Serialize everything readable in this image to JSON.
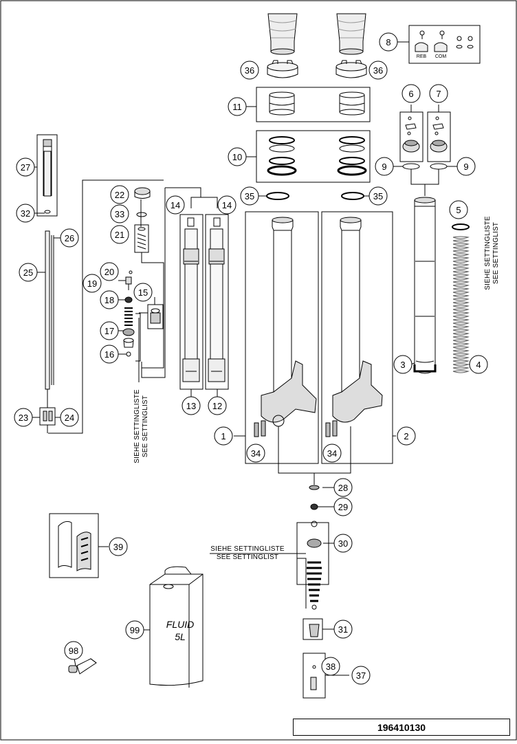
{
  "document": {
    "number": "196410130"
  },
  "callouts": [
    {
      "id": "c1",
      "label": "1"
    },
    {
      "id": "c2",
      "label": "2"
    },
    {
      "id": "c3",
      "label": "3"
    },
    {
      "id": "c4",
      "label": "4"
    },
    {
      "id": "c5",
      "label": "5"
    },
    {
      "id": "c6",
      "label": "6"
    },
    {
      "id": "c7",
      "label": "7"
    },
    {
      "id": "c8",
      "label": "8"
    },
    {
      "id": "c9a",
      "label": "9"
    },
    {
      "id": "c9b",
      "label": "9"
    },
    {
      "id": "c10",
      "label": "10"
    },
    {
      "id": "c11",
      "label": "11"
    },
    {
      "id": "c12",
      "label": "12"
    },
    {
      "id": "c13",
      "label": "13"
    },
    {
      "id": "c14a",
      "label": "14"
    },
    {
      "id": "c14b",
      "label": "14"
    },
    {
      "id": "c15",
      "label": "15"
    },
    {
      "id": "c16",
      "label": "16"
    },
    {
      "id": "c17",
      "label": "17"
    },
    {
      "id": "c18",
      "label": "18"
    },
    {
      "id": "c19",
      "label": "19"
    },
    {
      "id": "c20",
      "label": "20"
    },
    {
      "id": "c21",
      "label": "21"
    },
    {
      "id": "c22",
      "label": "22"
    },
    {
      "id": "c23",
      "label": "23"
    },
    {
      "id": "c24",
      "label": "24"
    },
    {
      "id": "c25",
      "label": "25"
    },
    {
      "id": "c26",
      "label": "26"
    },
    {
      "id": "c27",
      "label": "27"
    },
    {
      "id": "c28",
      "label": "28"
    },
    {
      "id": "c29",
      "label": "29"
    },
    {
      "id": "c30",
      "label": "30"
    },
    {
      "id": "c31",
      "label": "31"
    },
    {
      "id": "c32",
      "label": "32"
    },
    {
      "id": "c33",
      "label": "33"
    },
    {
      "id": "c34a",
      "label": "34"
    },
    {
      "id": "c34b",
      "label": "34"
    },
    {
      "id": "c35a",
      "label": "35"
    },
    {
      "id": "c35b",
      "label": "35"
    },
    {
      "id": "c36a",
      "label": "36"
    },
    {
      "id": "c36b",
      "label": "36"
    },
    {
      "id": "c37",
      "label": "37"
    },
    {
      "id": "c38",
      "label": "38"
    },
    {
      "id": "c39",
      "label": "39"
    },
    {
      "id": "c98",
      "label": "98"
    },
    {
      "id": "c99",
      "label": "99"
    }
  ],
  "notes": {
    "setting_de": "SIEHE SETTINGLISTE",
    "setting_en": "SEE SETTINGLIST"
  },
  "labels": {
    "reb": "REB",
    "com": "COM",
    "fluid": "FLUID",
    "fluid_volume": "5L"
  }
}
